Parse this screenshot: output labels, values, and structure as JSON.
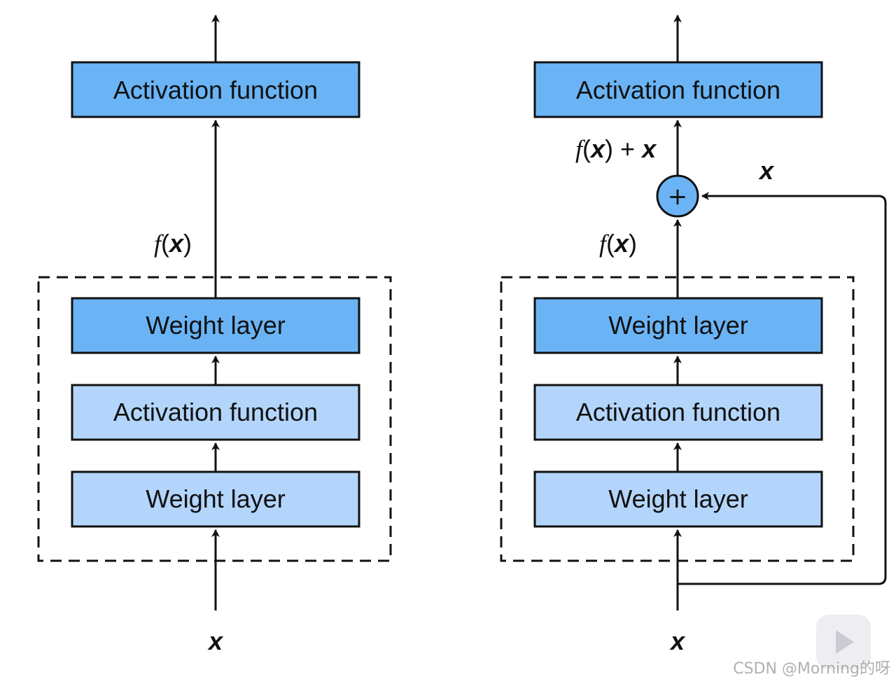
{
  "colors": {
    "dark_box": "#6ab4f5",
    "light_box": "#b3d5fb",
    "stroke": "#111111",
    "plus_fill": "#6ab4f5"
  },
  "left_block": {
    "top_activation": "Activation function",
    "fx_label": {
      "f": "f",
      "open": "(",
      "x": "x",
      "close": ")"
    },
    "weight_layer_upper": "Weight layer",
    "activation_inner": "Activation function",
    "weight_layer_lower": "Weight layer",
    "input_x": "x"
  },
  "right_block": {
    "top_activation": "Activation function",
    "sum_label": {
      "f": "f",
      "open": "(",
      "x": "x",
      "close": ")",
      "plus": " + ",
      "x2": "x"
    },
    "skip_label": "x",
    "plus_symbol": "+",
    "fx_label": {
      "f": "f",
      "open": "(",
      "x": "x",
      "close": ")"
    },
    "weight_layer_upper": "Weight layer",
    "activation_inner": "Activation function",
    "weight_layer_lower": "Weight layer",
    "input_x": "x"
  },
  "watermark": "CSDN @Morning的呀"
}
